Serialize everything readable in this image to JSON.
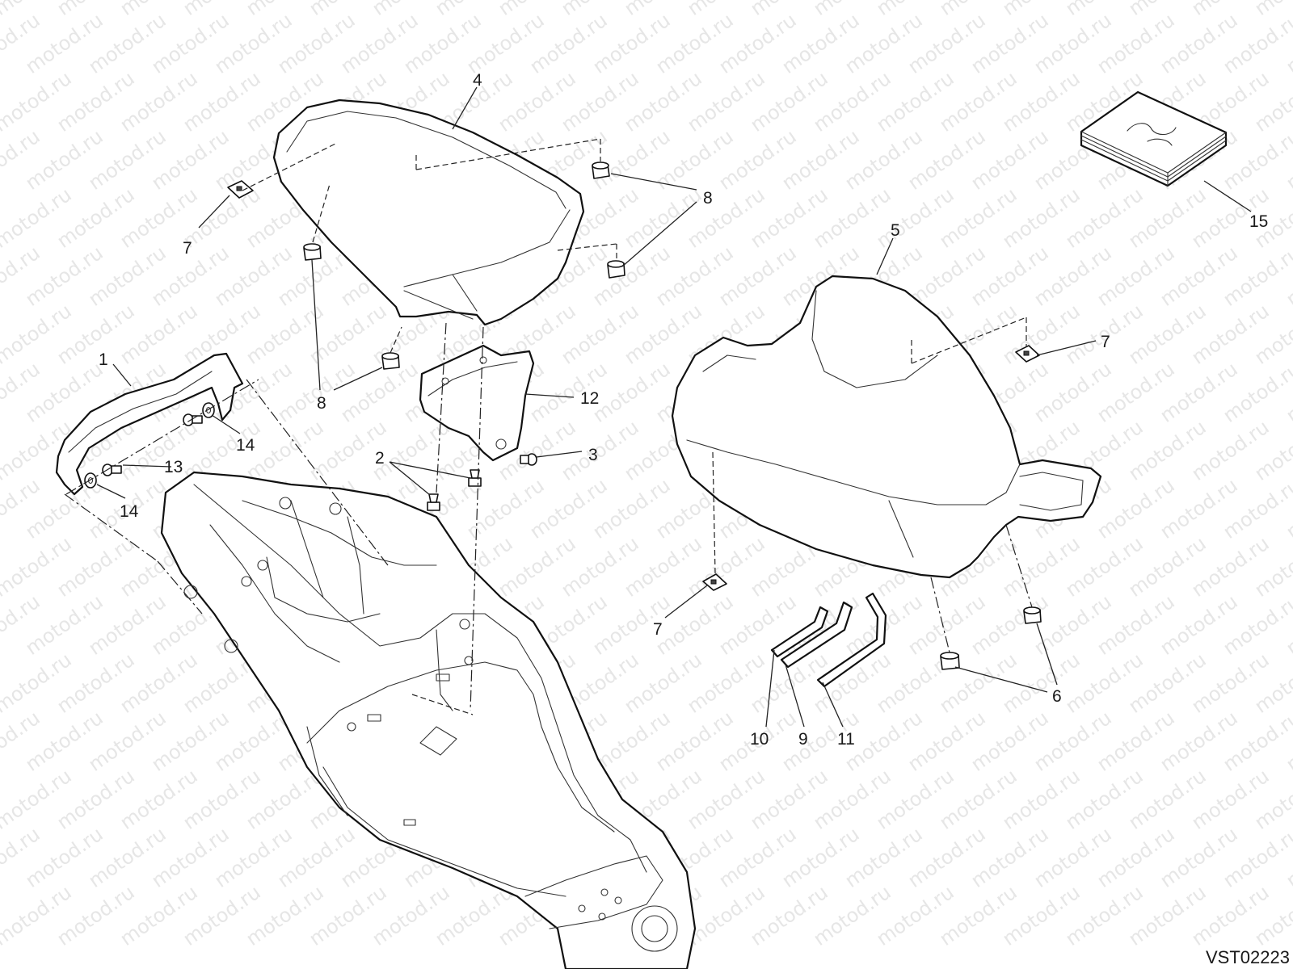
{
  "watermark": "motod.ru",
  "drawing_code": "VST02223",
  "callouts": {
    "c1": "1",
    "c2": "2",
    "c3": "3",
    "c4": "4",
    "c5": "5",
    "c6": "6",
    "c7a": "7",
    "c7b": "7",
    "c7c": "7",
    "c8a": "8",
    "c8b": "8",
    "c9": "9",
    "c10": "10",
    "c11": "11",
    "c12": "12",
    "c13": "13",
    "c14a": "14",
    "c14b": "14",
    "c15": "15"
  },
  "colors": {
    "line": "#111111",
    "watermark": "#e6e6e6",
    "background": "#ffffff"
  }
}
